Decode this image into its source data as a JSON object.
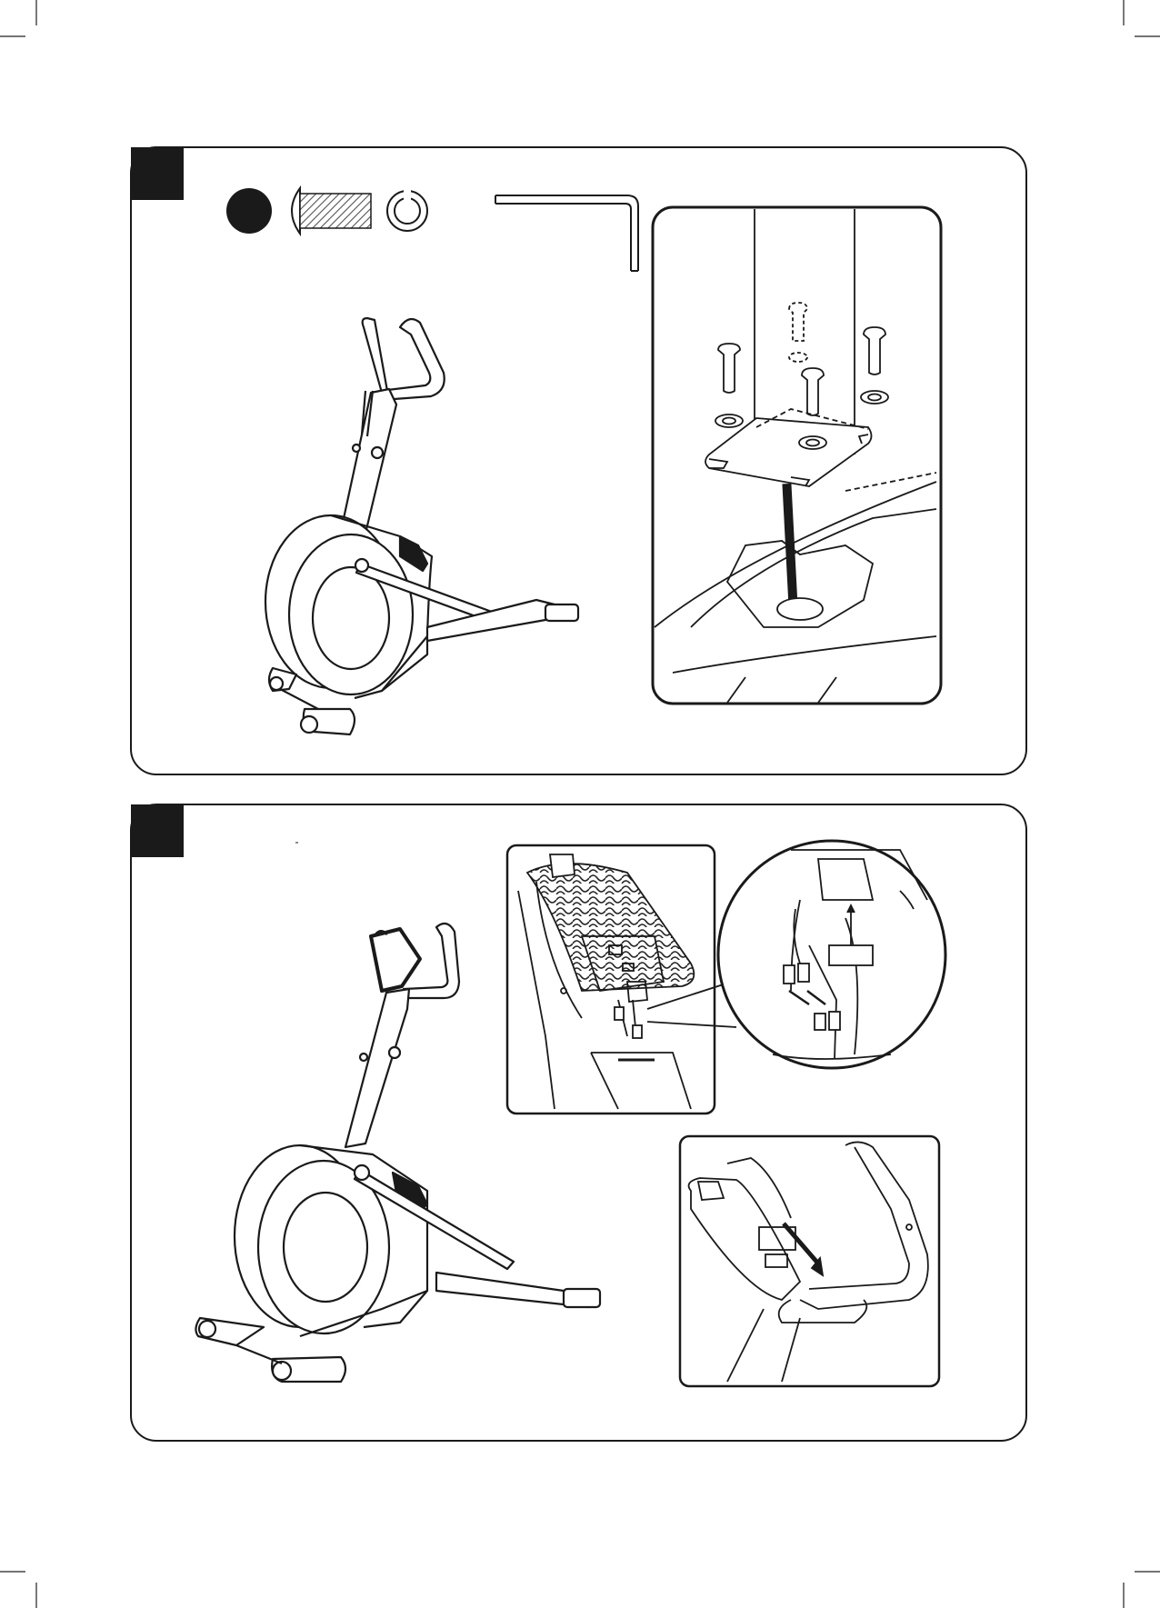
{
  "page": {
    "background": "#ffffff",
    "ink": "#1a1a1a"
  },
  "step_one": {
    "step_number_tab": "black-square-tab",
    "parts_icons": [
      "black-circle-part-marker",
      "button-head-bolt-icon",
      "spring-washer-icon",
      "allen-key-icon"
    ],
    "illustrations": [
      "elliptical-trainer-with-handlebar-upright",
      "console-mast-bolting-detail"
    ]
  },
  "step_two": {
    "step_number_tab": "black-square-tab",
    "illustrations": [
      "elliptical-trainer-with-console-bracket",
      "console-cable-routing-detail",
      "cable-connector-magnified-detail",
      "console-slide-on-detail"
    ]
  }
}
